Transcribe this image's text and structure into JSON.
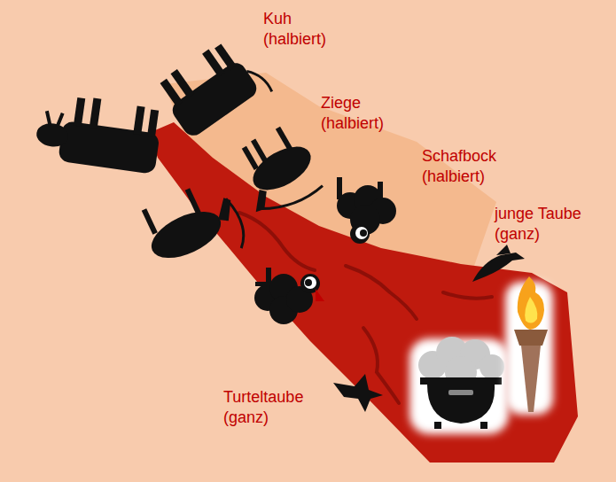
{
  "diagram": {
    "labels": [
      "Kuh (halbiert)",
      "Ziege (halbiert)",
      "Schafbock (halbiert)",
      "junge Taube (ganz)",
      "Turteltaube (ganz)"
    ]
  }
}
